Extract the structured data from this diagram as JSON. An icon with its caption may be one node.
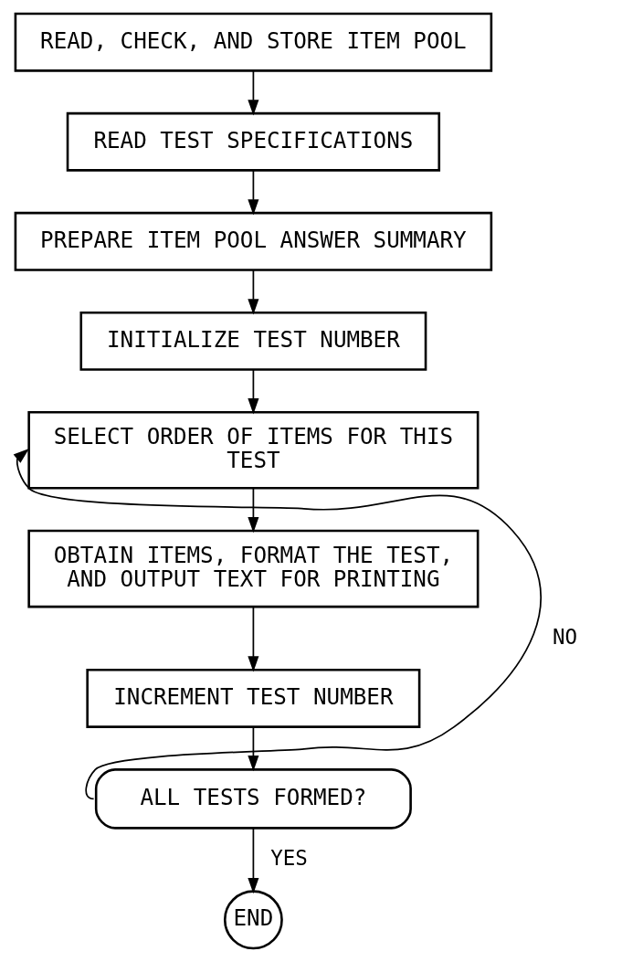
{
  "diagram": {
    "nodes": [
      {
        "text": [
          "READ, CHECK, AND STORE ITEM POOL"
        ]
      },
      {
        "text": [
          "READ TEST SPECIFICATIONS"
        ]
      },
      {
        "text": [
          "PREPARE ITEM POOL ANSWER SUMMARY"
        ]
      },
      {
        "text": [
          "INITIALIZE TEST NUMBER"
        ]
      },
      {
        "text": [
          "SELECT ORDER OF ITEMS FOR THIS TEST"
        ]
      },
      {
        "text": [
          "OBTAIN ITEMS, FORMAT THE TEST, AND OUTPUT TEXT FOR PRINTING"
        ]
      },
      {
        "text": [
          "INCREMENT TEST NUMBER"
        ]
      },
      {
        "text": [
          "ALL TESTS FORMED?"
        ]
      },
      {
        "text": [
          "END"
        ]
      }
    ],
    "edges": [
      {
        "from": 0,
        "to": 1,
        "arrow": "to"
      },
      {
        "from": 1,
        "to": 2,
        "arrow": "to"
      },
      {
        "from": 2,
        "to": 3,
        "arrow": "to"
      },
      {
        "from": 3,
        "to": 4,
        "arrow": "to"
      },
      {
        "from": 4,
        "to": 5,
        "arrow": "to"
      },
      {
        "from": 5,
        "to": 6,
        "arrow": "to"
      },
      {
        "from": 6,
        "to": 7,
        "arrow": "to"
      },
      {
        "from": 7,
        "to": 4,
        "arrow": "to",
        "label": "NO"
      },
      {
        "from": 7,
        "to": 8,
        "arrow": "to",
        "label": "YES"
      }
    ]
  }
}
